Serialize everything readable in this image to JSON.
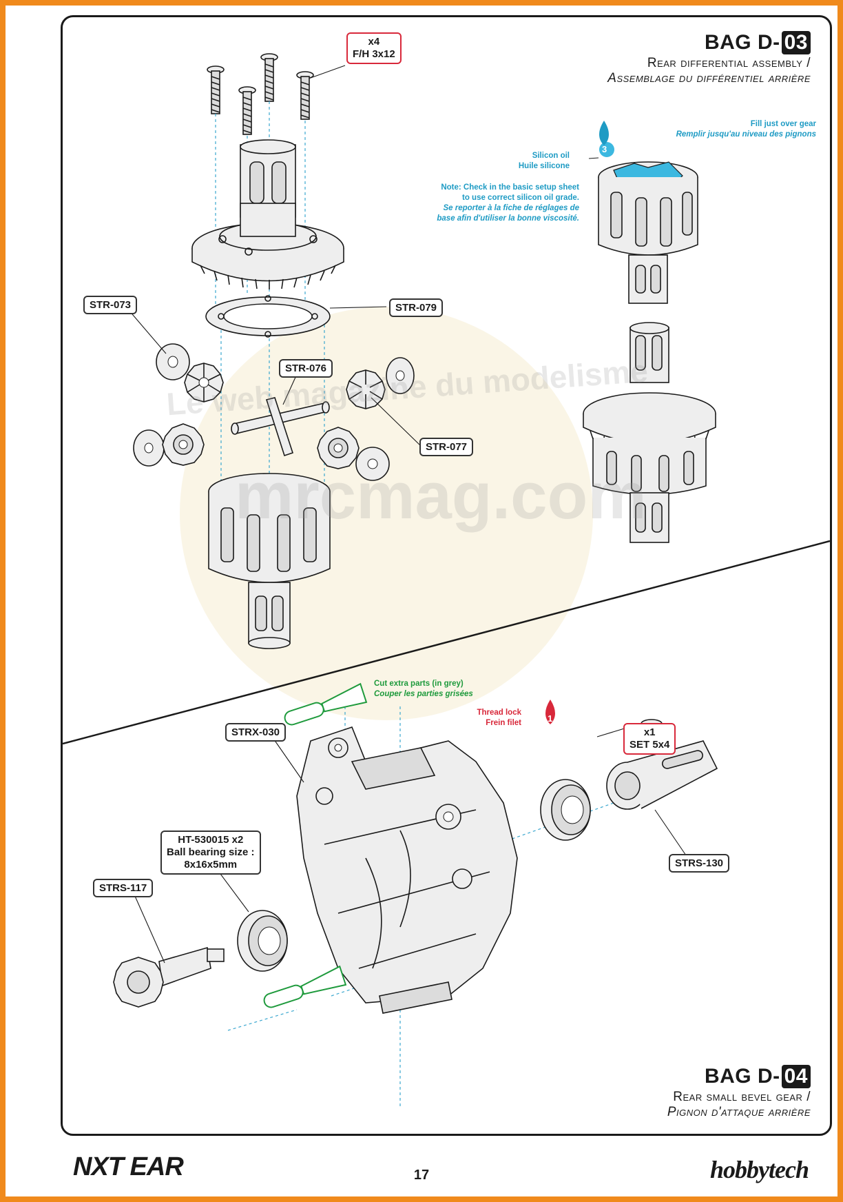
{
  "bag_d03": {
    "title": "BAG D-",
    "number": "03",
    "subtitle_en": "Rear differential assembly /",
    "subtitle_fr": "Assemblage du différentiel arrière"
  },
  "bag_d04": {
    "title": "BAG D-",
    "number": "04",
    "subtitle_en": "Rear small bevel gear /",
    "subtitle_fr": "Pignon d'attaque arrière"
  },
  "screw_callout": {
    "qty": "x4",
    "spec": "F/H 3x12"
  },
  "set_screw_callout": {
    "qty": "x1",
    "spec": "SET 5x4"
  },
  "bearing_callout": {
    "line1": "HT-530015 x2",
    "line2": "Ball bearing size :",
    "line3": "8x16x5mm"
  },
  "parts": {
    "str073": "STR-073",
    "str079": "STR-079",
    "str076": "STR-076",
    "str077": "STR-077",
    "strx030": "STRX-030",
    "strs117": "STRS-117",
    "strs130": "STRS-130"
  },
  "notes": {
    "fill_en": "Fill just over gear",
    "fill_fr": "Remplir jusqu'au niveau des pignons",
    "oil_en": "Silicon oil",
    "oil_fr": "Huile silicone",
    "check_en1": "Note: Check in the basic setup sheet",
    "check_en2": "to use correct silicon oil grade.",
    "check_fr1": "Se reporter à la fiche de réglages de",
    "check_fr2": "base afin d'utiliser la bonne viscosité.",
    "cut_en": "Cut extra parts (in grey)",
    "cut_fr": "Couper les parties grisées",
    "lock_en": "Thread lock",
    "lock_fr": "Frein filet",
    "step_oil": "3",
    "step_lock": "1"
  },
  "watermark": {
    "line1": "Le web magazine du modelisme",
    "line2": "mrcmag.com"
  },
  "footer": {
    "logo_left": "NXT EAR",
    "page": "17",
    "logo_right": "hobbytech"
  },
  "colors": {
    "border": "#f08a1c",
    "accent_blue": "#1e9bc4",
    "accent_green": "#1e9a3c",
    "accent_red": "#d8283a"
  }
}
